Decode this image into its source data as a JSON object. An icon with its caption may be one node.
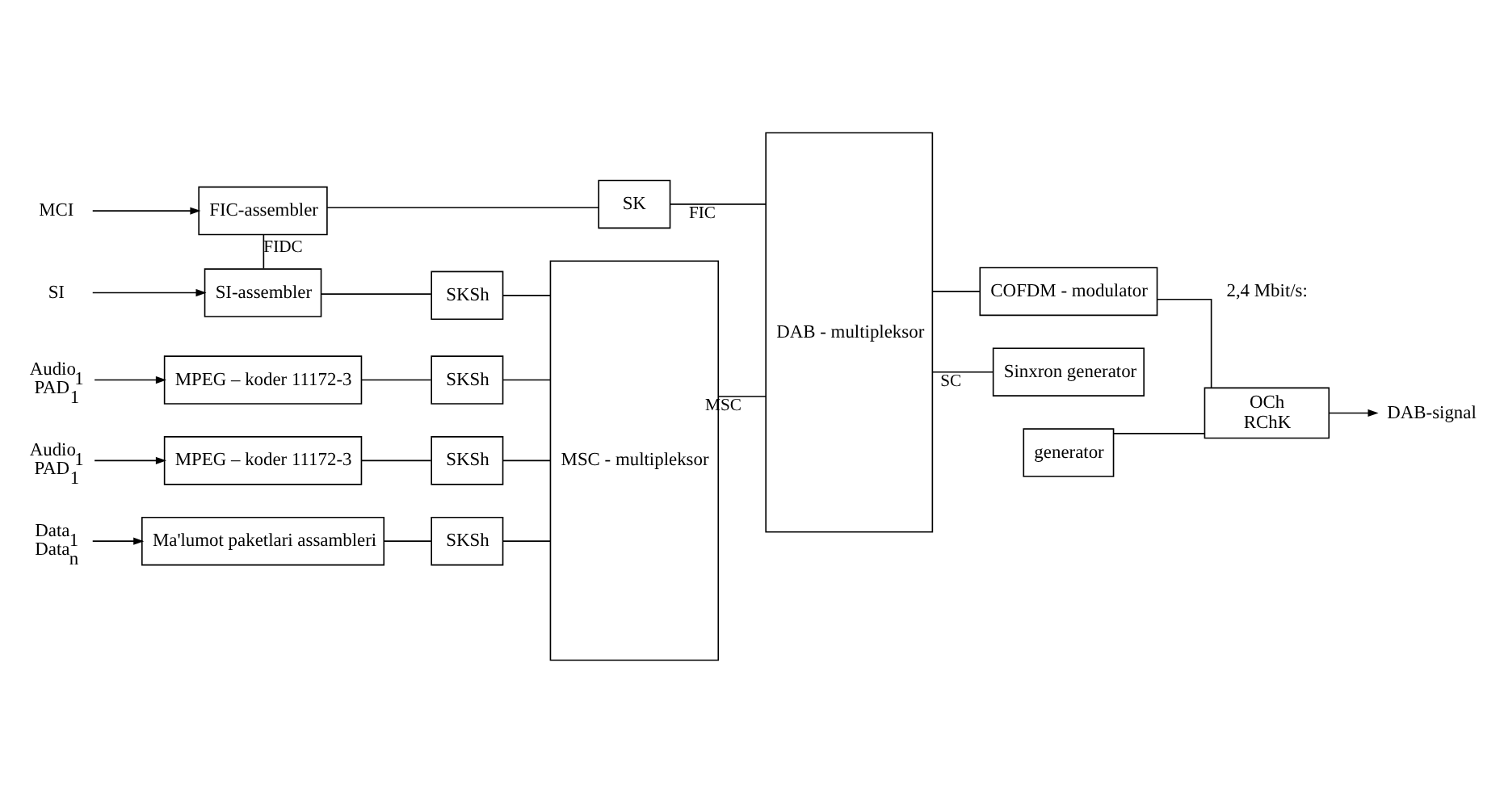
{
  "diagram": {
    "nodes": [
      {
        "text": [
          "MCI"
        ]
      },
      {
        "text": [
          "FIC-assembler"
        ]
      },
      {
        "text": [
          "SK"
        ]
      },
      {
        "text": [
          "SI"
        ]
      },
      {
        "text": [
          "SI-assembler"
        ]
      },
      {
        "text": [
          "SKSh"
        ]
      },
      {
        "text": [
          "Audio$_{1}$",
          "PAD$_{1}$"
        ]
      },
      {
        "text": [
          "MPEG – koder 11172-3"
        ]
      },
      {
        "text": [
          "SKSh"
        ]
      },
      {
        "text": [
          "Audio$_{1}$",
          "PAD$_{1}$"
        ]
      },
      {
        "text": [
          "MPEG – koder 11172-3"
        ]
      },
      {
        "text": [
          "SKSh"
        ]
      },
      {
        "text": [
          "Data$_{1}$",
          "Data$_{n}$"
        ]
      },
      {
        "text": [
          "Ma'lumot paketlari assambleri"
        ]
      },
      {
        "text": [
          "SKSh"
        ]
      },
      {
        "text": [
          "MSC - multipleksor"
        ]
      },
      {
        "text": [
          "DAB - multipleksor"
        ]
      },
      {
        "text": [
          "COFDM - modulator"
        ]
      },
      {
        "text": [
          "OCh",
          "RChK"
        ]
      },
      {
        "text": [
          "generator"
        ]
      },
      {
        "text": [
          "Sinxron generator"
        ]
      },
      {
        "text": [
          "DAB-signal"
        ]
      }
    ],
    "edges": [
      {
        "from": 0,
        "to": 1,
        "arrow": "to"
      },
      {
        "from": 1,
        "to": 2,
        "arrow": "none"
      },
      {
        "from": 2,
        "to": 16,
        "arrow": "none",
        "label": "FIC"
      },
      {
        "from": 1,
        "to": 4,
        "arrow": "none",
        "label": "FIDC"
      },
      {
        "from": 3,
        "to": 4,
        "arrow": "to"
      },
      {
        "from": 4,
        "to": 5,
        "arrow": "none"
      },
      {
        "from": 5,
        "to": 15,
        "arrow": "none"
      },
      {
        "from": 6,
        "to": 7,
        "arrow": "to"
      },
      {
        "from": 7,
        "to": 8,
        "arrow": "none"
      },
      {
        "from": 8,
        "to": 15,
        "arrow": "none"
      },
      {
        "from": 9,
        "to": 10,
        "arrow": "to"
      },
      {
        "from": 10,
        "to": 11,
        "arrow": "none"
      },
      {
        "from": 11,
        "to": 15,
        "arrow": "none"
      },
      {
        "from": 12,
        "to": 13,
        "arrow": "to"
      },
      {
        "from": 13,
        "to": 14,
        "arrow": "none"
      },
      {
        "from": 14,
        "to": 15,
        "arrow": "none"
      },
      {
        "from": 15,
        "to": 16,
        "arrow": "none",
        "label": "MSC"
      },
      {
        "from": 16,
        "to": 17,
        "arrow": "none"
      },
      {
        "from": 17,
        "to": 18,
        "arrow": "none"
      },
      {
        "from": 18,
        "to": 21,
        "arrow": "to"
      },
      {
        "from": 19,
        "to": 18,
        "arrow": "none"
      },
      {
        "from": 16,
        "to": 20,
        "arrow": "none",
        "label": "SC"
      }
    ],
    "labels": [
      "2,4 Mbit/s:"
    ]
  }
}
